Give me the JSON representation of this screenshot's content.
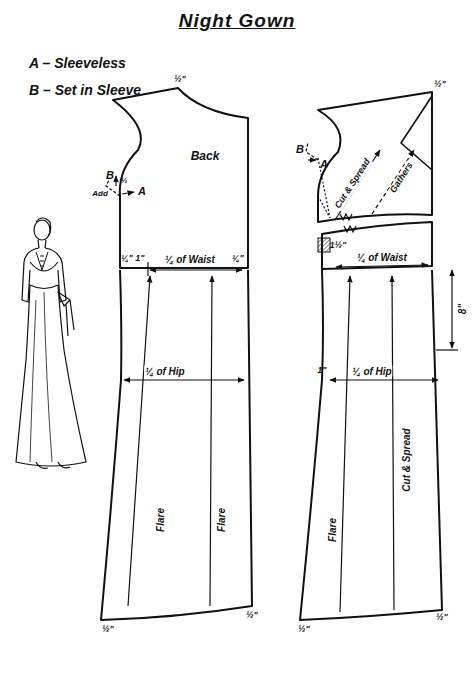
{
  "diagram": {
    "title": "Night Gown",
    "labels": [
      "A – Sleeveless",
      "B – Set in Sleeve",
      "½\"",
      "Back",
      "B",
      "Add",
      "½",
      "A",
      "¼\"",
      "1\"",
      "¼ of Waist",
      "¼\"",
      "¼ of Hip",
      "Flare",
      "Flare",
      "½\"",
      "½\"",
      "½\"",
      "B",
      "A",
      "Cut & Spread",
      "Gathers",
      "1½\"",
      "¼ of Waist",
      "8\"",
      "1\"",
      "¼ of Hip",
      "Flare",
      "Cut & Spread",
      "½\"",
      "½\""
    ]
  }
}
